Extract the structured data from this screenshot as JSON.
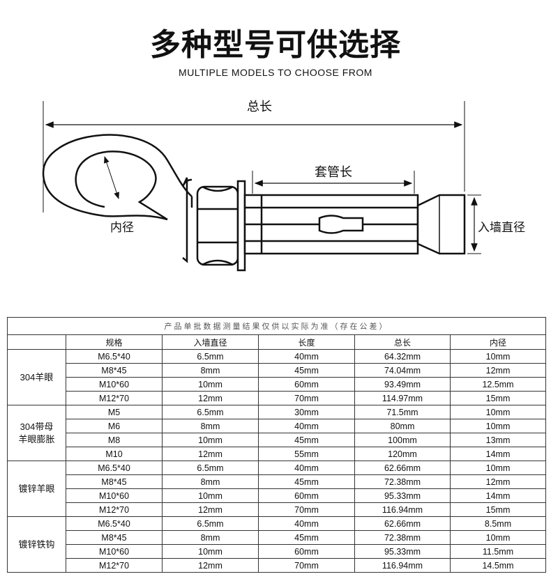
{
  "header": {
    "title": "多种型号可供选择",
    "subtitle": "MULTIPLE MODELS TO CHOOSE FROM"
  },
  "diagram": {
    "label_total_length": "总长",
    "label_sleeve_length": "套管长",
    "label_inner_diameter": "内径",
    "label_wall_diameter": "入墙直径"
  },
  "table": {
    "note": "产品单批数据测量结果仅供以实际为准（存在公差）",
    "headers": [
      "规格",
      "入墙直径",
      "长度",
      "总长",
      "内径"
    ],
    "groups": [
      {
        "name": "304羊眼",
        "rows": [
          [
            "M6.5*40",
            "6.5mm",
            "40mm",
            "64.32mm",
            "10mm"
          ],
          [
            "M8*45",
            "8mm",
            "45mm",
            "74.04mm",
            "12mm"
          ],
          [
            "M10*60",
            "10mm",
            "60mm",
            "93.49mm",
            "12.5mm"
          ],
          [
            "M12*70",
            "12mm",
            "70mm",
            "114.97mm",
            "15mm"
          ]
        ]
      },
      {
        "name": "304带母\n羊眼膨胀",
        "rows": [
          [
            "M5",
            "6.5mm",
            "30mm",
            "71.5mm",
            "10mm"
          ],
          [
            "M6",
            "8mm",
            "40mm",
            "80mm",
            "10mm"
          ],
          [
            "M8",
            "10mm",
            "45mm",
            "100mm",
            "13mm"
          ],
          [
            "M10",
            "12mm",
            "55mm",
            "120mm",
            "14mm"
          ]
        ]
      },
      {
        "name": "镀锌羊眼",
        "rows": [
          [
            "M6.5*40",
            "6.5mm",
            "40mm",
            "62.66mm",
            "10mm"
          ],
          [
            "M8*45",
            "8mm",
            "45mm",
            "72.38mm",
            "12mm"
          ],
          [
            "M10*60",
            "10mm",
            "60mm",
            "95.33mm",
            "14mm"
          ],
          [
            "M12*70",
            "12mm",
            "70mm",
            "116.94mm",
            "15mm"
          ]
        ]
      },
      {
        "name": "镀锌铁钩",
        "rows": [
          [
            "M6.5*40",
            "6.5mm",
            "40mm",
            "62.66mm",
            "8.5mm"
          ],
          [
            "M8*45",
            "8mm",
            "45mm",
            "72.38mm",
            "10mm"
          ],
          [
            "M10*60",
            "10mm",
            "60mm",
            "95.33mm",
            "11.5mm"
          ],
          [
            "M12*70",
            "12mm",
            "70mm",
            "116.94mm",
            "14.5mm"
          ]
        ]
      }
    ]
  }
}
